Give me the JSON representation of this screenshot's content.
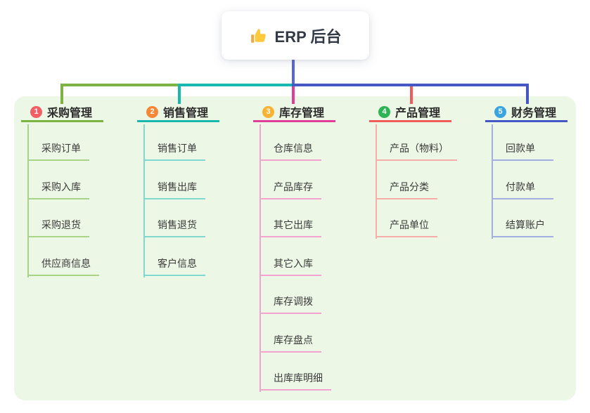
{
  "root": {
    "label": "ERP 后台",
    "icon": "thumbs-up-icon",
    "line_color": "#5568D9"
  },
  "panel": {
    "background": "#ECF7E6"
  },
  "branches": [
    {
      "number": "1",
      "title": "采购管理",
      "badge_color": "#F25E63",
      "line_color": "#7CB342",
      "light_color": "#A9D488",
      "items": [
        "采购订单",
        "采购入库",
        "采购退货",
        "供应商信息"
      ]
    },
    {
      "number": "2",
      "title": "销售管理",
      "badge_color": "#F58736",
      "line_color": "#17B9AE",
      "light_color": "#82D8CF",
      "items": [
        "销售订单",
        "销售出库",
        "销售退货",
        "客户信息"
      ]
    },
    {
      "number": "3",
      "title": "库存管理",
      "badge_color": "#F9B233",
      "line_color": "#E03D99",
      "light_color": "#F2A3CF",
      "items": [
        "仓库信息",
        "产品库存",
        "其它出库",
        "其它入库",
        "库存调拨",
        "库存盘点",
        "出库库明细"
      ]
    },
    {
      "number": "4",
      "title": "产品管理",
      "badge_color": "#2EB457",
      "line_color": "#F15B5B",
      "light_color": "#F7ADA9",
      "items": [
        "产品（物料）",
        "产品分类",
        "产品单位"
      ]
    },
    {
      "number": "5",
      "title": "财务管理",
      "badge_color": "#39A4E0",
      "line_color": "#4557C4",
      "light_color": "#A3AEE3",
      "items": [
        "回款单",
        "付款单",
        "结算账户"
      ]
    }
  ]
}
